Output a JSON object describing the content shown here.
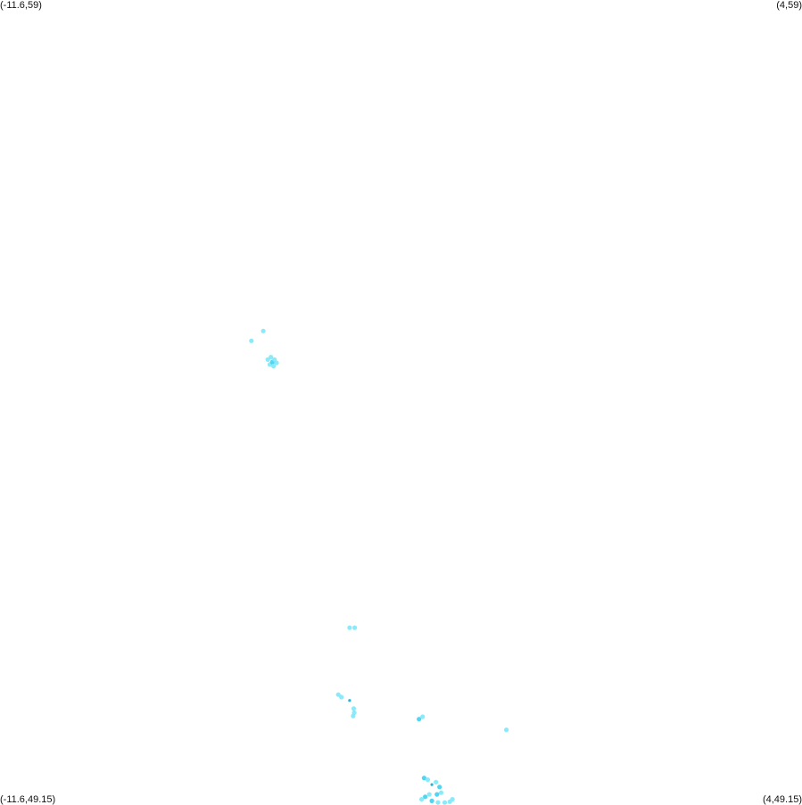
{
  "corners": {
    "top_left": "(-11.6,59)",
    "top_right": "(4,59)",
    "bottom_left": "(-11.6,49.15)",
    "bottom_right": "(4,49.15)"
  },
  "bounds": {
    "lon_min": -11.6,
    "lon_max": 4,
    "lat_min": 49.15,
    "lat_max": 59
  },
  "colors": {
    "light": "#7ee8f8",
    "mid": "#3fd0ee",
    "dark": "#12a8d8"
  },
  "points": [
    {
      "lon": -6.71,
      "lat": 54.83,
      "tone": "light"
    },
    {
      "lon": -6.48,
      "lat": 54.95,
      "tone": "light"
    },
    {
      "lon": -6.39,
      "lat": 54.6,
      "tone": "light"
    },
    {
      "lon": -6.35,
      "lat": 54.54,
      "tone": "light"
    },
    {
      "lon": -6.3,
      "lat": 54.57,
      "tone": "mid"
    },
    {
      "lon": -6.26,
      "lat": 54.6,
      "tone": "light"
    },
    {
      "lon": -6.22,
      "lat": 54.56,
      "tone": "light"
    },
    {
      "lon": -6.28,
      "lat": 54.52,
      "tone": "light"
    },
    {
      "lon": -6.33,
      "lat": 54.63,
      "tone": "light"
    },
    {
      "lon": -4.8,
      "lat": 51.32,
      "tone": "light"
    },
    {
      "lon": -4.7,
      "lat": 51.32,
      "tone": "light"
    },
    {
      "lon": -5.02,
      "lat": 50.5,
      "tone": "light"
    },
    {
      "lon": -4.96,
      "lat": 50.47,
      "tone": "light"
    },
    {
      "lon": -4.8,
      "lat": 50.43,
      "tone": "dark"
    },
    {
      "lon": -4.72,
      "lat": 50.33,
      "tone": "light"
    },
    {
      "lon": -4.71,
      "lat": 50.28,
      "tone": "light"
    },
    {
      "lon": -4.73,
      "lat": 50.24,
      "tone": "light"
    },
    {
      "lon": -3.45,
      "lat": 50.2,
      "tone": "mid"
    },
    {
      "lon": -3.38,
      "lat": 50.23,
      "tone": "light"
    },
    {
      "lon": -1.75,
      "lat": 50.07,
      "tone": "light"
    },
    {
      "lon": -3.35,
      "lat": 49.48,
      "tone": "mid"
    },
    {
      "lon": -3.28,
      "lat": 49.46,
      "tone": "light"
    },
    {
      "lon": -3.2,
      "lat": 49.4,
      "tone": "dark"
    },
    {
      "lon": -3.12,
      "lat": 49.43,
      "tone": "light"
    },
    {
      "lon": -3.05,
      "lat": 49.37,
      "tone": "mid"
    },
    {
      "lon": -3.02,
      "lat": 49.3,
      "tone": "light"
    },
    {
      "lon": -3.1,
      "lat": 49.28,
      "tone": "mid"
    },
    {
      "lon": -3.25,
      "lat": 49.28,
      "tone": "light"
    },
    {
      "lon": -3.33,
      "lat": 49.25,
      "tone": "mid"
    },
    {
      "lon": -3.4,
      "lat": 49.22,
      "tone": "light"
    },
    {
      "lon": -3.2,
      "lat": 49.2,
      "tone": "mid"
    },
    {
      "lon": -3.08,
      "lat": 49.18,
      "tone": "light"
    },
    {
      "lon": -2.95,
      "lat": 49.18,
      "tone": "light"
    },
    {
      "lon": -2.85,
      "lat": 49.19,
      "tone": "light"
    },
    {
      "lon": -2.8,
      "lat": 49.22,
      "tone": "light"
    }
  ]
}
